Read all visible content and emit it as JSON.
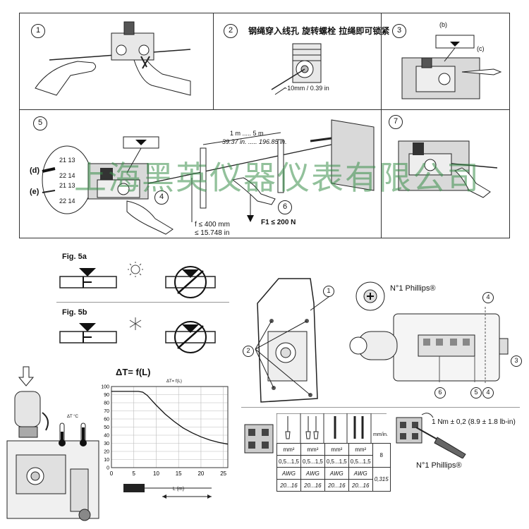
{
  "top_panel": {
    "steps": [
      "1",
      "2",
      "3",
      "5",
      "4",
      "6",
      "7"
    ],
    "step2_caption": "钢绳穿入线孔 旋转螺栓 拉绳即可锁紧",
    "step2_dimension": "~10mm / 0.39 in",
    "step3_labels": [
      "(b)",
      "(c)"
    ],
    "step5_contacts_top": [
      "21 13",
      "22 14"
    ],
    "step5_contacts_bottom": [
      "21 13",
      "22 14"
    ],
    "step5_labels": [
      "(d)",
      "(e)"
    ],
    "span_label_mm": "1 m ..... 5 m",
    "span_label_in": "39.37 in. ..... 196.85 in.",
    "sag_label_mm": "f ≤ 400 mm",
    "sag_label_in": "≤ 15.748 in",
    "force_label": "F1 ≤ 200 N",
    "watermark": "上海黑英仪器仪表有限公司"
  },
  "fig5": {
    "fig5a_label": "Fig. 5a",
    "fig5b_label": "Fig. 5b"
  },
  "wiring": {
    "callouts": [
      "1",
      "2",
      "3",
      "4",
      "4",
      "5",
      "6"
    ],
    "screwdriver_top": "N°1 Phillips®",
    "screwdriver_bottom": "N°1 Phillips®",
    "torque": "1 Nm ± 0,2 (8.9 ± 1.8 lb-in)",
    "table_header_unit": "mm/in.",
    "table_mm2": [
      "mm²",
      "mm²",
      "mm²",
      "mm²"
    ],
    "table_range": [
      "0,5...1,5",
      "0,5...1,5",
      "0,5...1,5",
      "0,5...1,5"
    ],
    "table_awg": [
      "AWG",
      "AWG",
      "AWG",
      "AWG"
    ],
    "table_awg_range": [
      "20...16",
      "20...16",
      "20...16",
      "20...16"
    ],
    "strip_mm": "8",
    "strip_in": "0,315"
  },
  "chart_title_big": "ΔT= f(L)",
  "chart_inner_title": "ΔT= f(L)",
  "thermo_label": "ΔT °C",
  "chart_xlabel": "L (m)",
  "chart_data": {
    "type": "line",
    "title": "ΔT= f(L)",
    "xlabel": "L (m)",
    "ylabel": "",
    "xlim": [
      0,
      26
    ],
    "ylim": [
      0,
      100
    ],
    "x_ticks": [
      0,
      5,
      10,
      15,
      20,
      25
    ],
    "y_ticks": [
      0,
      10,
      20,
      30,
      40,
      50,
      60,
      70,
      80,
      90,
      100
    ],
    "grid": true,
    "series": [
      {
        "x": [
          0,
          2,
          4,
          6,
          7,
          8,
          9,
          10,
          12,
          14,
          16,
          18,
          20,
          22,
          24,
          26
        ],
        "values": [
          94,
          94,
          94,
          94,
          93,
          89,
          83,
          77,
          66,
          57,
          49,
          43,
          38,
          34,
          31,
          29
        ]
      }
    ]
  }
}
